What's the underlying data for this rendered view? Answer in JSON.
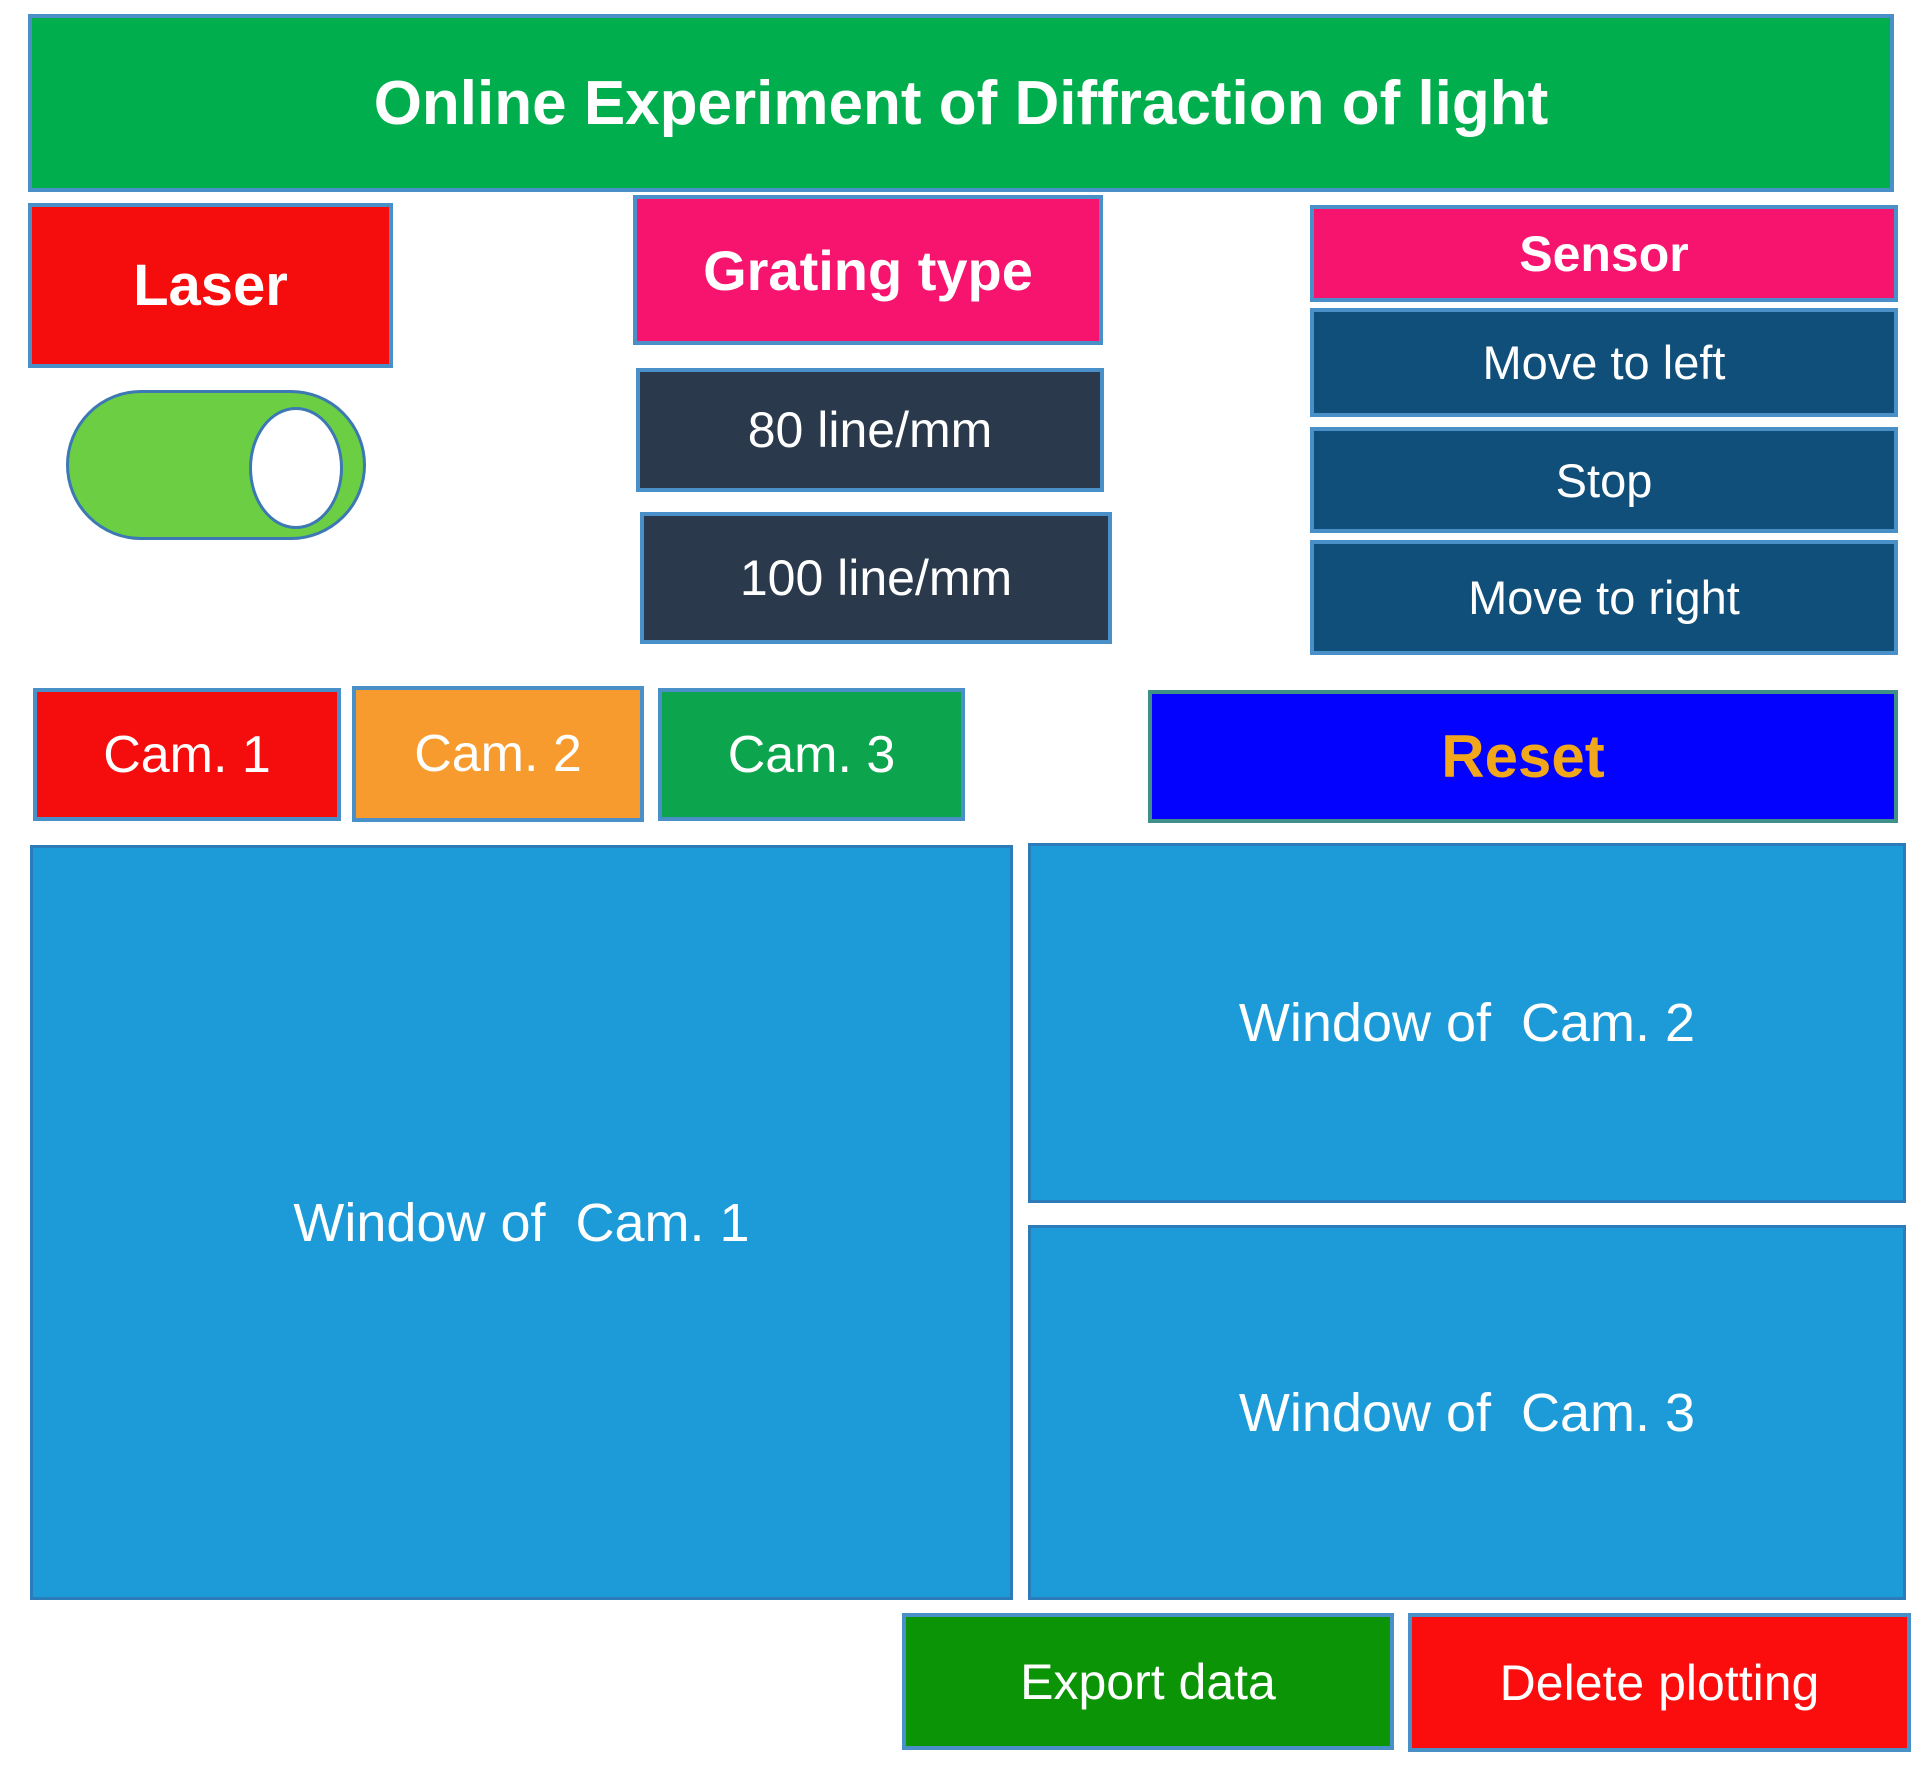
{
  "app": {
    "title": "Online Experiment of Diffraction of light"
  },
  "laser": {
    "label": "Laser",
    "toggle_state": "on"
  },
  "grating": {
    "header": "Grating type",
    "options": [
      {
        "label": "80 line/mm"
      },
      {
        "label": "100 line/mm"
      }
    ]
  },
  "sensor": {
    "header": "Sensor",
    "buttons": [
      {
        "label": "Move to left"
      },
      {
        "label": "Stop"
      },
      {
        "label": "Move to right"
      }
    ]
  },
  "cameras": {
    "buttons": [
      {
        "label": "Cam. 1",
        "color": "#f50d0d"
      },
      {
        "label": "Cam. 2",
        "color": "#f89b2e"
      },
      {
        "label": "Cam. 3",
        "color": "#0ca44c"
      }
    ]
  },
  "reset": {
    "label": "Reset",
    "bg_color": "#0202fe",
    "text_color": "#f0a71c"
  },
  "windows": [
    {
      "label": "Window of  Cam. 1"
    },
    {
      "label": "Window of  Cam. 2"
    },
    {
      "label": "Window of  Cam. 3"
    }
  ],
  "footer": {
    "export_label": "Export data",
    "delete_label": "Delete plotting"
  },
  "colors": {
    "banner_green": "#00ae4d",
    "pink_header": "#f7146e",
    "grating_button": "#2a3a4c",
    "sensor_button": "#0f4f79",
    "window_blue": "#1c9bd8",
    "toggle_green": "#6bce43",
    "export_green": "#0a9406",
    "delete_red": "#fb0d0d",
    "border_blue": "#4a90c8"
  }
}
